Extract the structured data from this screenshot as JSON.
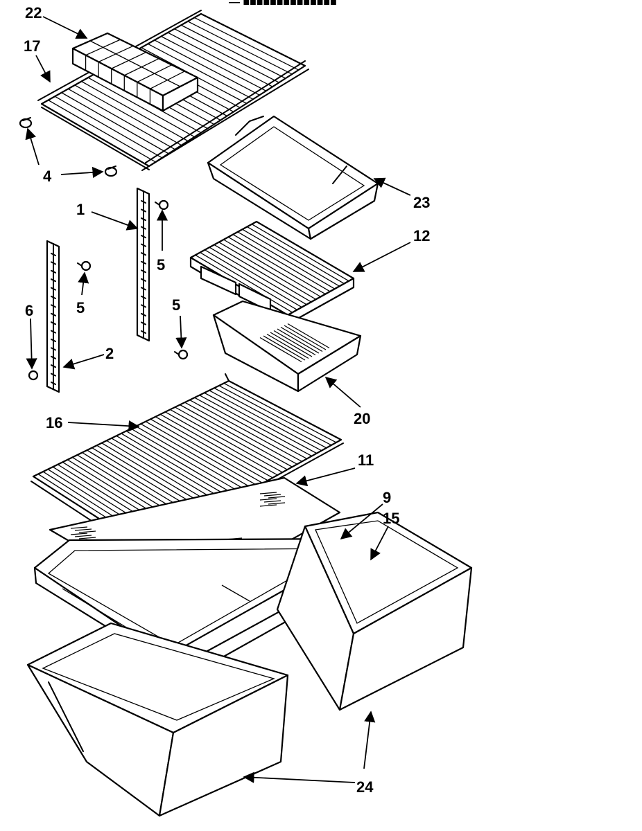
{
  "header_fragment": "— ■■■■■■■■■■■■■■",
  "callouts": [
    {
      "id": "c22",
      "label": "22"
    },
    {
      "id": "c17",
      "label": "17"
    },
    {
      "id": "c4",
      "label": "4"
    },
    {
      "id": "c1",
      "label": "1"
    },
    {
      "id": "c5a",
      "label": "5"
    },
    {
      "id": "c5b",
      "label": "5"
    },
    {
      "id": "c5c",
      "label": "5"
    },
    {
      "id": "c6",
      "label": "6"
    },
    {
      "id": "c2",
      "label": "2"
    },
    {
      "id": "c23",
      "label": "23"
    },
    {
      "id": "c12",
      "label": "12"
    },
    {
      "id": "c20",
      "label": "20"
    },
    {
      "id": "c16",
      "label": "16"
    },
    {
      "id": "c11",
      "label": "11"
    },
    {
      "id": "c9",
      "label": "9"
    },
    {
      "id": "c15",
      "label": "15"
    },
    {
      "id": "c24",
      "label": "24"
    }
  ]
}
